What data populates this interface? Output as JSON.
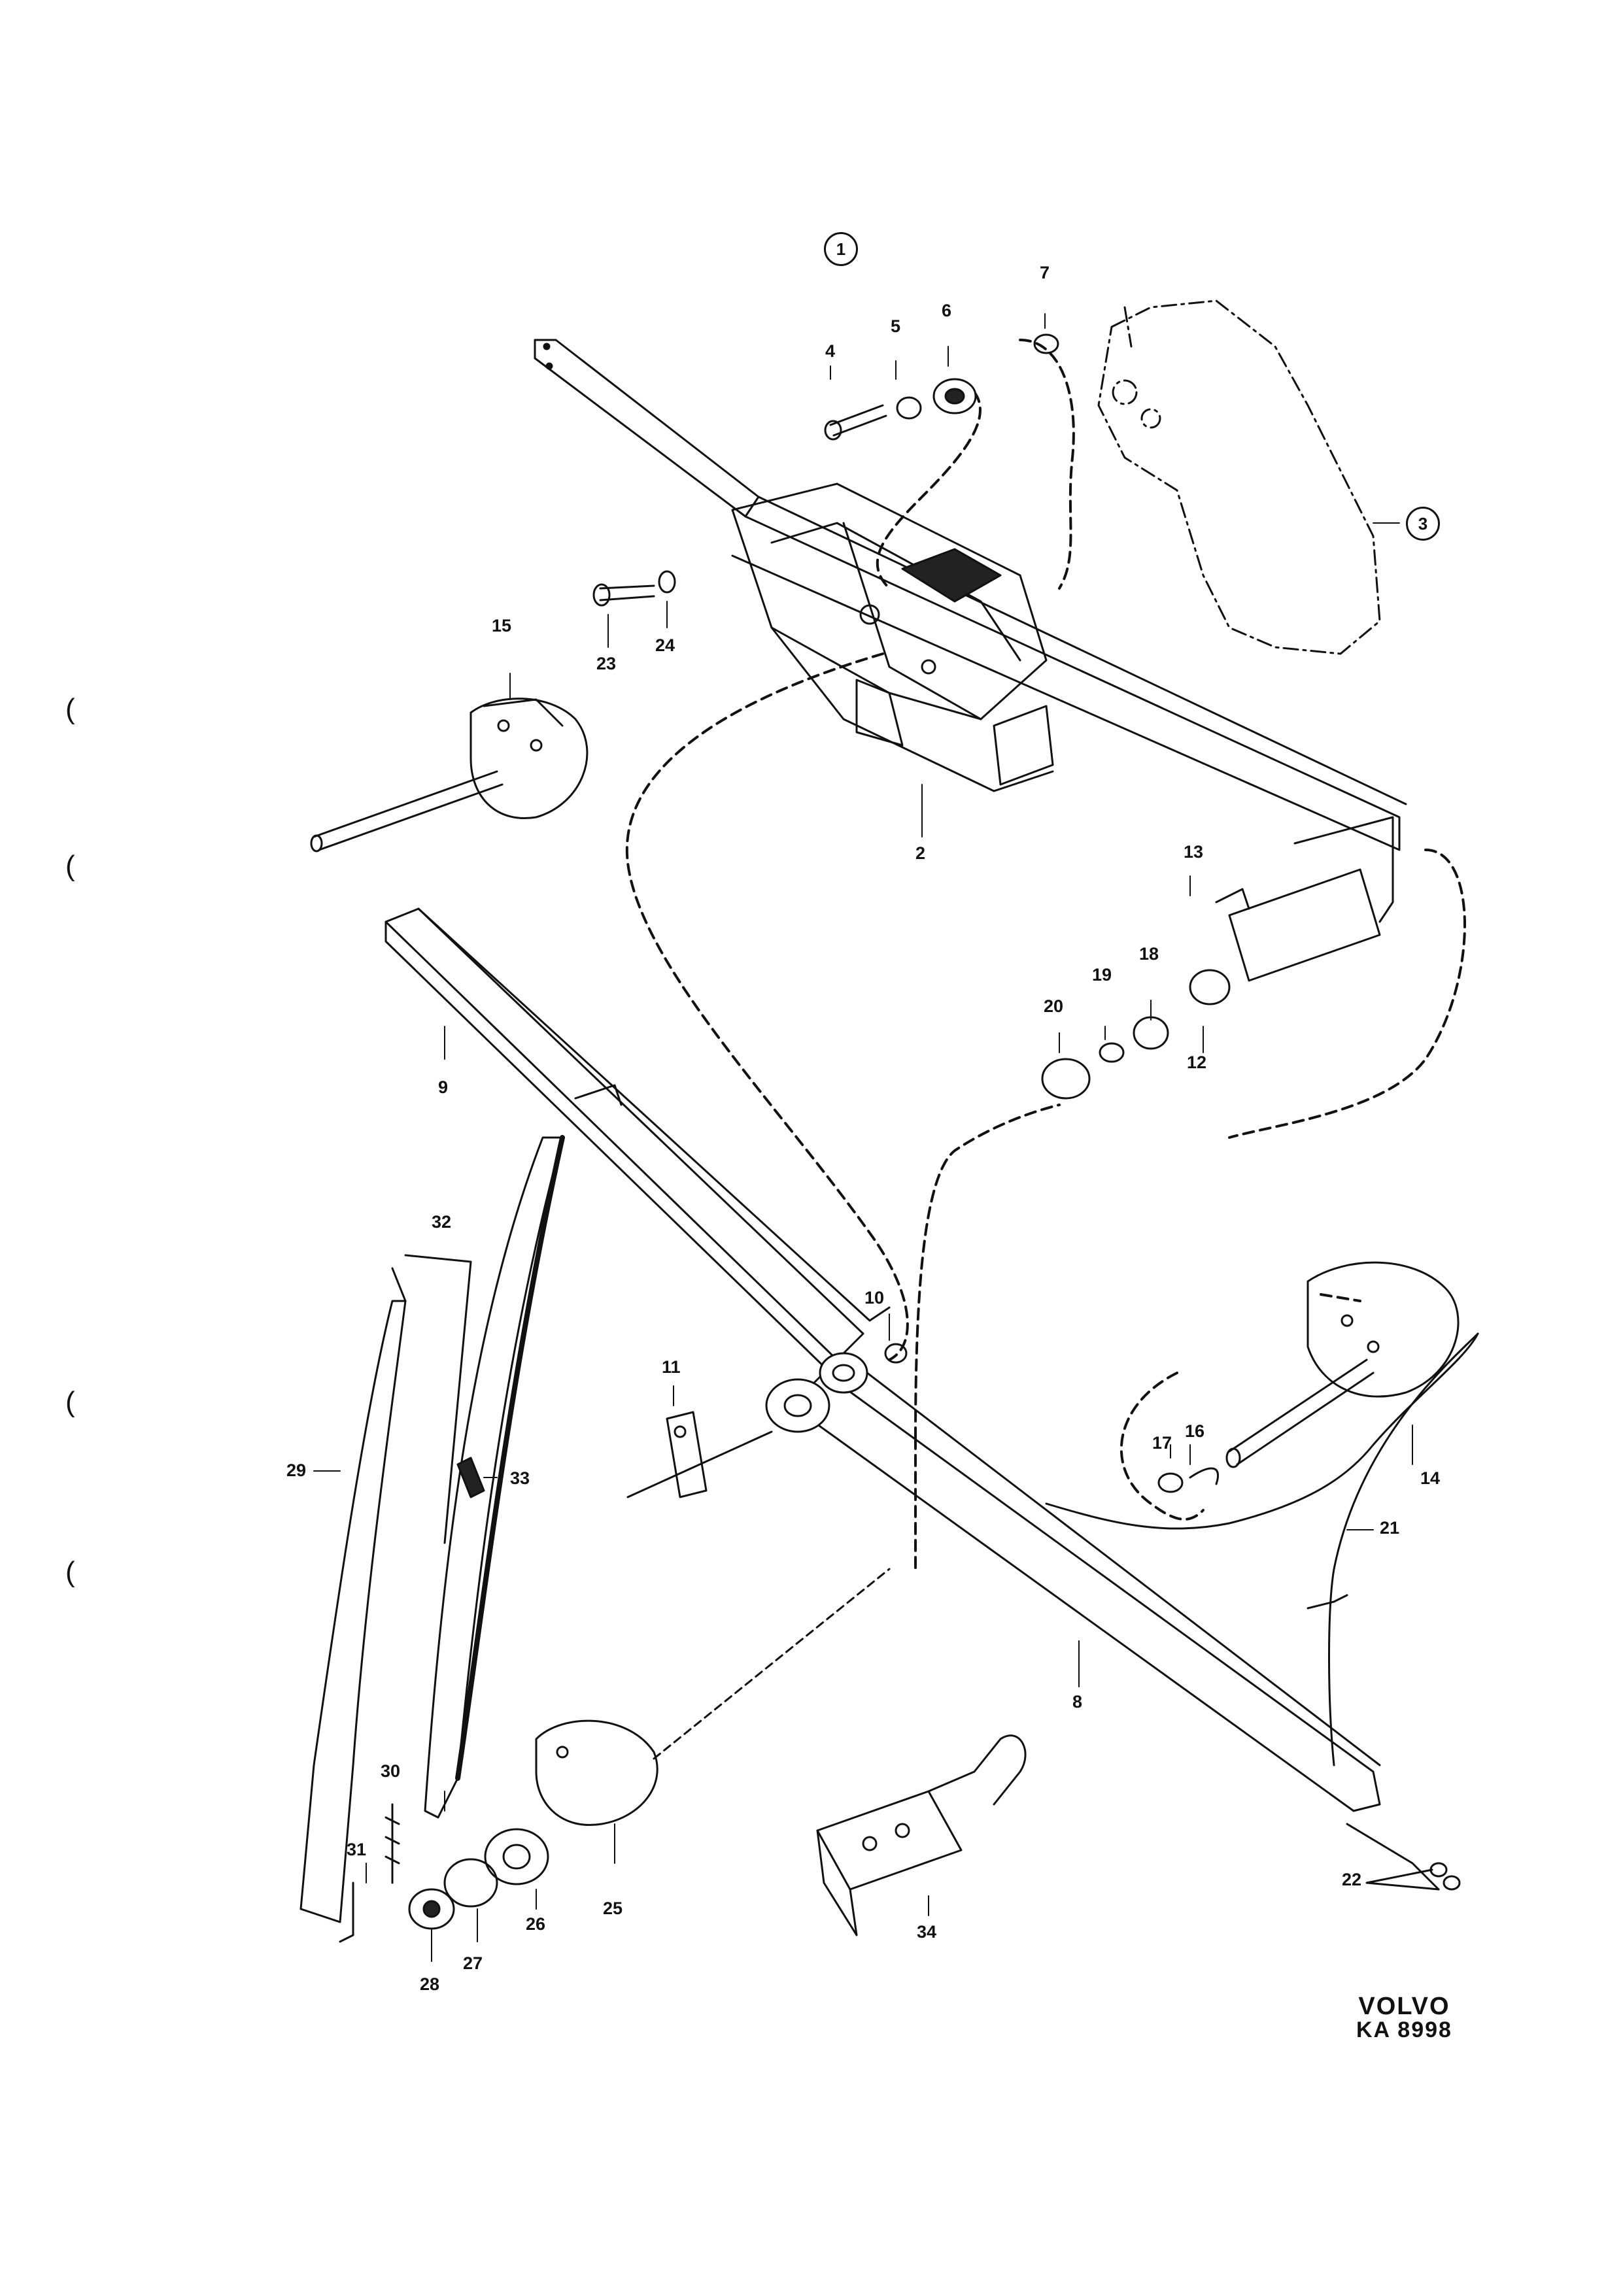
{
  "drawing": {
    "sheet_code": "KA 8998",
    "brand": "VOLVO",
    "group_refs": [
      "1",
      "3"
    ],
    "callouts": [
      "2",
      "4",
      "5",
      "6",
      "7",
      "8",
      "9",
      "10",
      "11",
      "12",
      "13",
      "14",
      "15",
      "16",
      "17",
      "18",
      "19",
      "20",
      "21",
      "22",
      "23",
      "24",
      "25",
      "26",
      "27",
      "28",
      "29",
      "30",
      "31",
      "32",
      "33",
      "34"
    ]
  }
}
